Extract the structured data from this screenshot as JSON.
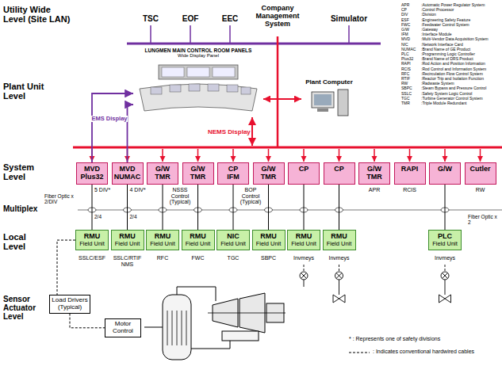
{
  "diagram": {
    "nodes": [
      {
        "text": [
          "TSC"
        ]
      },
      {
        "text": [
          "EOF"
        ]
      },
      {
        "text": [
          "EEC"
        ]
      },
      {
        "text": [
          "Company Management System"
        ]
      },
      {
        "text": [
          "Simulator"
        ]
      },
      {
        "text": [
          "LUNGMEN MAIN CONTROL ROOM PANELS",
          "Wide Display Panel"
        ]
      },
      {
        "text": [
          "Plant Computer"
        ]
      },
      {
        "text": [
          "MVD",
          "Plus32"
        ]
      },
      {
        "text": [
          "MVD",
          "NUMAC"
        ]
      },
      {
        "text": [
          "G/W",
          "TMR"
        ]
      },
      {
        "text": [
          "G/W",
          "TMR"
        ]
      },
      {
        "text": [
          "CP",
          "IFM"
        ]
      },
      {
        "text": [
          "G/W",
          "TMR"
        ]
      },
      {
        "text": [
          "CP"
        ]
      },
      {
        "text": [
          "CP"
        ]
      },
      {
        "text": [
          "G/W",
          "TMR"
        ]
      },
      {
        "text": [
          "RAPI"
        ]
      },
      {
        "text": [
          "G/W"
        ]
      },
      {
        "text": [
          "Cutler"
        ]
      },
      {
        "text": [
          "RMU",
          "Field Unit"
        ]
      },
      {
        "text": [
          "RMU",
          "Field Unit"
        ]
      },
      {
        "text": [
          "RMU",
          "Field Unit"
        ]
      },
      {
        "text": [
          "RMU",
          "Field Unit"
        ]
      },
      {
        "text": [
          "NIC",
          "Field Unit"
        ]
      },
      {
        "text": [
          "RMU",
          "Field Unit"
        ]
      },
      {
        "text": [
          "RMU",
          "Field Unit"
        ]
      },
      {
        "text": [
          "RMU",
          "Field Unit"
        ]
      },
      {
        "text": [
          "PLC",
          "Field Unit"
        ]
      },
      {
        "text": [
          "Load Drivers (Typical)"
        ]
      },
      {
        "text": [
          "Motor Control"
        ]
      }
    ],
    "edges": [
      {
        "from": 7,
        "to": 19,
        "arrow": "none"
      },
      {
        "from": 8,
        "to": 20,
        "arrow": "none"
      },
      {
        "from": 9,
        "to": 21,
        "arrow": "none"
      },
      {
        "from": 10,
        "to": 22,
        "arrow": "none"
      },
      {
        "from": 11,
        "to": 23,
        "arrow": "none"
      },
      {
        "from": 12,
        "to": 24,
        "arrow": "none"
      },
      {
        "from": 13,
        "to": 25,
        "arrow": "none"
      },
      {
        "from": 14,
        "to": 26,
        "arrow": "none"
      },
      {
        "from": 17,
        "to": 27,
        "arrow": "none"
      },
      {
        "from": 7,
        "to": 5,
        "label": "EMS Display",
        "arrow": "to"
      },
      {
        "from": 8,
        "to": 5,
        "arrow": "to"
      },
      {
        "from": 5,
        "to": 6,
        "arrow": "both"
      },
      {
        "from": 19,
        "to": 28,
        "arrow": "none"
      },
      {
        "from": 28,
        "to": 29,
        "arrow": "none"
      }
    ],
    "labels": [
      "Utility Wide Level (Site LAN)",
      "Plant Unit Level",
      "System Level",
      "Multiplex",
      "Local Level",
      "Sensor Actuator Level",
      "NEMS Display",
      "5 DIV*",
      "4 DIV*",
      "NSSS Control (Typical)",
      "BOP Control (Typical)",
      "APR",
      "RCIS",
      "RW",
      "Fiber Optic x 2/DIV",
      "Fiber Optic x 2",
      "2/4",
      "2/4",
      "SSLC/ESF",
      "SSLC/RTIF NMS",
      "RFC",
      "FWC",
      "TGC",
      "SBPC",
      "Invmeys",
      "Invmeys",
      "Invmeys",
      "* : Represents one of safety divisions",
      "APR",
      ":Automatic Power Regulator System",
      "CP",
      ":Control Processor",
      "DIV",
      ":Division",
      "ESF",
      ":Engineering Safety Feature",
      "FWC",
      ":Feedwater Control System",
      "G/W",
      ":Gateway",
      "IFM",
      ":Interface Module",
      "MVD",
      ":Multi-Vendor Data Acquisition System",
      "NIC",
      ":Network Interface Card",
      "NUMAC",
      ":Brand Name of GE Product",
      "PLC",
      ":Programming Logic Controller",
      "Plus32",
      ":Brand Name of DRS Product",
      "RAPI",
      ":Rod Action and Position Information",
      "RCIS",
      ":Rod Control and Information System",
      "RFC",
      ":Recirculation Flow Control System",
      "RTIF",
      ":Reactor Trip and Isolation Function",
      "RW",
      ":Radwaste System",
      "SBPC",
      ":Steam Bypass and Pressure Control",
      "SSLC",
      ":Safety System Logic Control",
      "TGC",
      ":Turbine Generator Control System",
      "TMR",
      ":Triple Module Redundant"
    ],
    "legend": [
      {
        "text": ": Indicates conventional hardwired cables"
      }
    ]
  }
}
